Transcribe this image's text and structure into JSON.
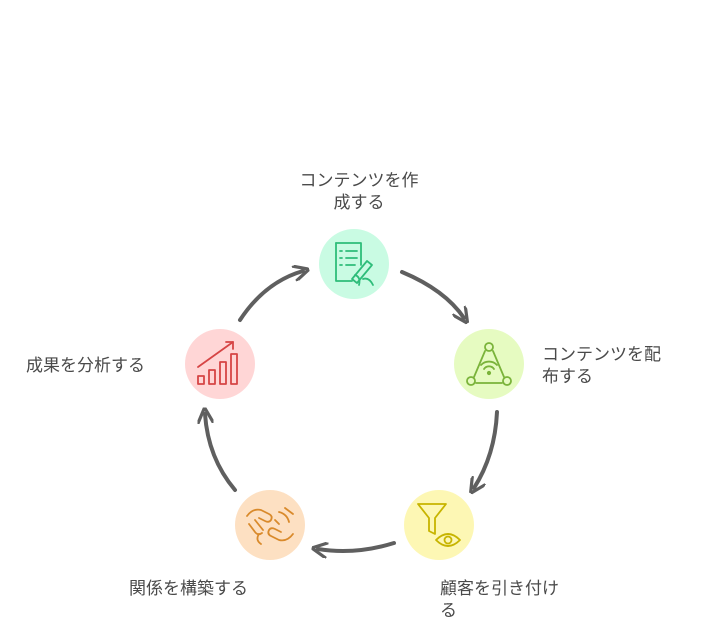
{
  "steps": [
    {
      "id": "create",
      "label": "コンテンツを作\n成する",
      "color": "#c9fbe3",
      "stroke": "#2ebd7a",
      "icon": "document-pen-icon"
    },
    {
      "id": "distribute",
      "label": "コンテンツを配\n布する",
      "color": "#e6fbc1",
      "stroke": "#7ab33a",
      "icon": "share-network-icon"
    },
    {
      "id": "attract",
      "label": "顧客を引き付け\nる",
      "color": "#fdf7b4",
      "stroke": "#c7b400",
      "icon": "funnel-eye-icon"
    },
    {
      "id": "relate",
      "label": "関係を構築する",
      "color": "#fde0c2",
      "stroke": "#d98a2b",
      "icon": "handshake-icon"
    },
    {
      "id": "analyze",
      "label": "成果を分析する",
      "color": "#ffd6d6",
      "stroke": "#d64545",
      "icon": "growth-chart-icon"
    }
  ],
  "arrow_color": "#5f5f5f"
}
